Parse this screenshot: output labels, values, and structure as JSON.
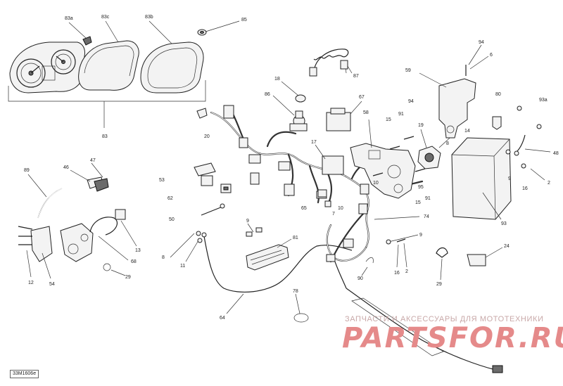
{
  "reference_code": "33M1606e",
  "watermark": {
    "tagline": "ЗАПЧАСТИ И АКСЕССУАРЫ ДЛЯ МОТОТЕХНИКИ",
    "brand": "PARTSFOR.RU"
  },
  "callouts": [
    {
      "id": "83a",
      "label": "83a"
    },
    {
      "id": "83c",
      "label": "83c"
    },
    {
      "id": "83b",
      "label": "83b"
    },
    {
      "id": "85",
      "label": "85"
    },
    {
      "id": "94a",
      "label": "94"
    },
    {
      "id": "6",
      "label": "6"
    },
    {
      "id": "59",
      "label": "59"
    },
    {
      "id": "87",
      "label": "87"
    },
    {
      "id": "18",
      "label": "18"
    },
    {
      "id": "86",
      "label": "86"
    },
    {
      "id": "67",
      "label": "67"
    },
    {
      "id": "58",
      "label": "58"
    },
    {
      "id": "91a",
      "label": "91"
    },
    {
      "id": "15a",
      "label": "15"
    },
    {
      "id": "94b",
      "label": "94"
    },
    {
      "id": "19",
      "label": "19"
    },
    {
      "id": "80",
      "label": "80"
    },
    {
      "id": "93a",
      "label": "93a"
    },
    {
      "id": "14",
      "label": "14"
    },
    {
      "id": "8a",
      "label": "8"
    },
    {
      "id": "48",
      "label": "48"
    },
    {
      "id": "20",
      "label": "20"
    },
    {
      "id": "83",
      "label": "83"
    },
    {
      "id": "89",
      "label": "89"
    },
    {
      "id": "46",
      "label": "46"
    },
    {
      "id": "47",
      "label": "47"
    },
    {
      "id": "53",
      "label": "53"
    },
    {
      "id": "17",
      "label": "17"
    },
    {
      "id": "10a",
      "label": "10"
    },
    {
      "id": "9a",
      "label": "9"
    },
    {
      "id": "16a",
      "label": "16"
    },
    {
      "id": "2a",
      "label": "2"
    },
    {
      "id": "95",
      "label": "95"
    },
    {
      "id": "91b",
      "label": "91"
    },
    {
      "id": "15b",
      "label": "15"
    },
    {
      "id": "62",
      "label": "62"
    },
    {
      "id": "65",
      "label": "65"
    },
    {
      "id": "10b",
      "label": "10"
    },
    {
      "id": "7",
      "label": "7"
    },
    {
      "id": "74",
      "label": "74"
    },
    {
      "id": "93",
      "label": "93"
    },
    {
      "id": "50",
      "label": "50"
    },
    {
      "id": "9b",
      "label": "9"
    },
    {
      "id": "81",
      "label": "81"
    },
    {
      "id": "9c",
      "label": "9"
    },
    {
      "id": "8b",
      "label": "8"
    },
    {
      "id": "11",
      "label": "11"
    },
    {
      "id": "13",
      "label": "13"
    },
    {
      "id": "68",
      "label": "68"
    },
    {
      "id": "12",
      "label": "12"
    },
    {
      "id": "54",
      "label": "54"
    },
    {
      "id": "29a",
      "label": "29"
    },
    {
      "id": "16b",
      "label": "16"
    },
    {
      "id": "2b",
      "label": "2"
    },
    {
      "id": "90",
      "label": "90"
    },
    {
      "id": "24",
      "label": "24"
    },
    {
      "id": "29b",
      "label": "29"
    },
    {
      "id": "78",
      "label": "78"
    },
    {
      "id": "64",
      "label": "64"
    }
  ]
}
